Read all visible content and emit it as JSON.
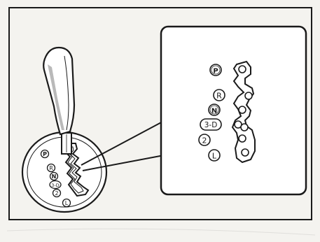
{
  "diagram": {
    "gate_positions": [
      {
        "key": "p",
        "label": "P",
        "circled": true,
        "bold": true
      },
      {
        "key": "r",
        "label": "R",
        "circled": true,
        "bold": false
      },
      {
        "key": "n",
        "label": "N",
        "circled": true,
        "bold": true
      },
      {
        "key": "3d",
        "label": "3-D",
        "circled": true,
        "bold": false
      },
      {
        "key": "2",
        "label": "2",
        "circled": true,
        "bold": false
      },
      {
        "key": "l",
        "label": "L",
        "circled": true,
        "bold": false
      }
    ],
    "colors": {
      "ink": "#1a1a1a",
      "paper": "#f4f3ef",
      "panel": "#ffffff",
      "knob_shade": "#b9b9b9"
    }
  }
}
